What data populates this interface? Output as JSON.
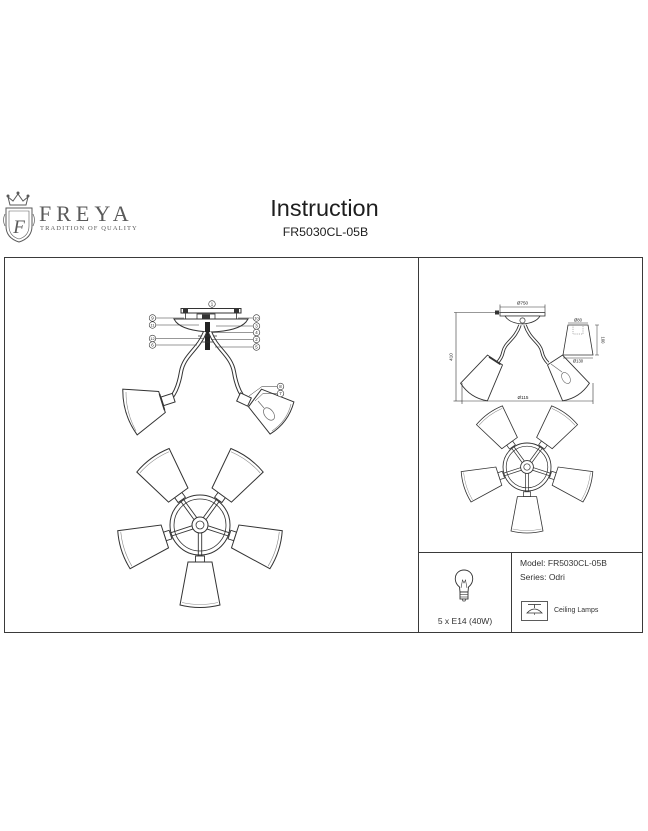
{
  "header": {
    "brand": "FREYA",
    "tagline": "TRADITION OF QUALITY",
    "monogram": "F",
    "title": "Instruction",
    "model": "FR5030CL-05B"
  },
  "assembly_view": {
    "callouts": [
      "1",
      "9",
      "11",
      "12",
      "6",
      "10",
      "3",
      "4",
      "2",
      "5",
      "8",
      "7"
    ]
  },
  "dimension_view": {
    "plate_label": "Ø750",
    "height_label": "410",
    "width_label": "Ø115",
    "shade_top_label": "Ø80",
    "shade_bottom_label": "Ø130",
    "shade_height_label": "100"
  },
  "specs": {
    "bulb": "5 x E14 (40W)",
    "model": "Model: FR5030CL-05B",
    "series": "Series: Odri",
    "category": "Ceiling Lamps"
  },
  "icons": {
    "logo": "freya-crest-logo",
    "bulb": "light-bulb-icon",
    "category": "ceiling-lamp-icon"
  },
  "colors": {
    "line": "#333333",
    "brand": "#5a5a5a",
    "background": "#ffffff"
  }
}
